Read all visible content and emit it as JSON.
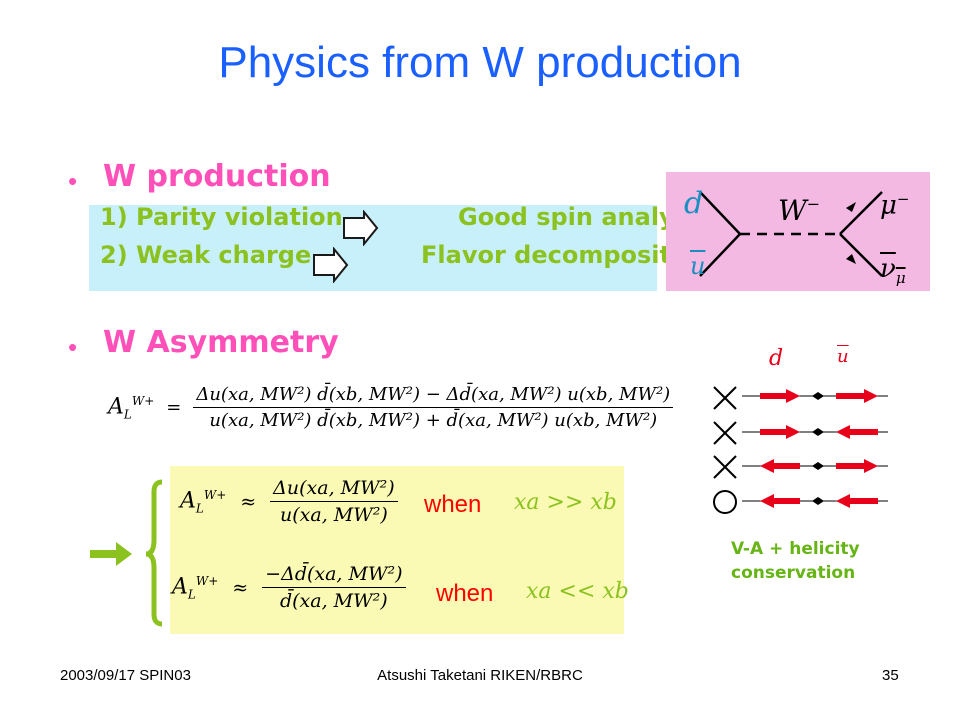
{
  "title": "Physics from W production",
  "bullet1": {
    "label": "W production"
  },
  "items": [
    {
      "left": "1) Parity violation",
      "right": "Good spin analyzer"
    },
    {
      "left": "2) Weak charge",
      "right": "Flavor decomposition"
    }
  ],
  "bullet2": {
    "label": "W Asymmetry"
  },
  "feynman": {
    "d": "d",
    "ubar": "u",
    "w": "W",
    "w_sign": "−",
    "mu": "μ",
    "mu_sign": "−",
    "nu": "ν",
    "nu_sub": "μ"
  },
  "helicity": {
    "d": "d",
    "ubar": "u",
    "marks": [
      "X",
      "X",
      "X",
      "O"
    ],
    "caption_line1": "V-A + helicity",
    "caption_line2": "conservation"
  },
  "formulas": {
    "main_lhs": "A",
    "main_num": "Δu(xa, MW²) d̄(xb, MW²) − Δd̄(xa, MW²) u(xb, MW²)",
    "main_den": "u(xa, MW²) d̄(xb, MW²) + d̄(xa, MW²) u(xb, MW²)",
    "approx1_num": "Δu(xa, MW²)",
    "approx1_den": "u(xa, MW²)",
    "approx2_num": "−Δd̄(xa, MW²)",
    "approx2_den": "d̄(xa, MW²)",
    "cond1": "xa >> xb",
    "cond2": "xa << xb"
  },
  "when_label": "when",
  "footer": {
    "left": "2003/09/17 SPIN03",
    "center": "Atsushi Taketani RIKEN/RBRC",
    "page": "35"
  },
  "colors": {
    "title": "#1a5fff",
    "bullet": "#ff4fb8",
    "olive": "#8cc220",
    "blue_box": "#c8f0fa",
    "pink_box": "#f3b9e3",
    "yellow_box": "#fafab4",
    "red": "#e8001a"
  }
}
